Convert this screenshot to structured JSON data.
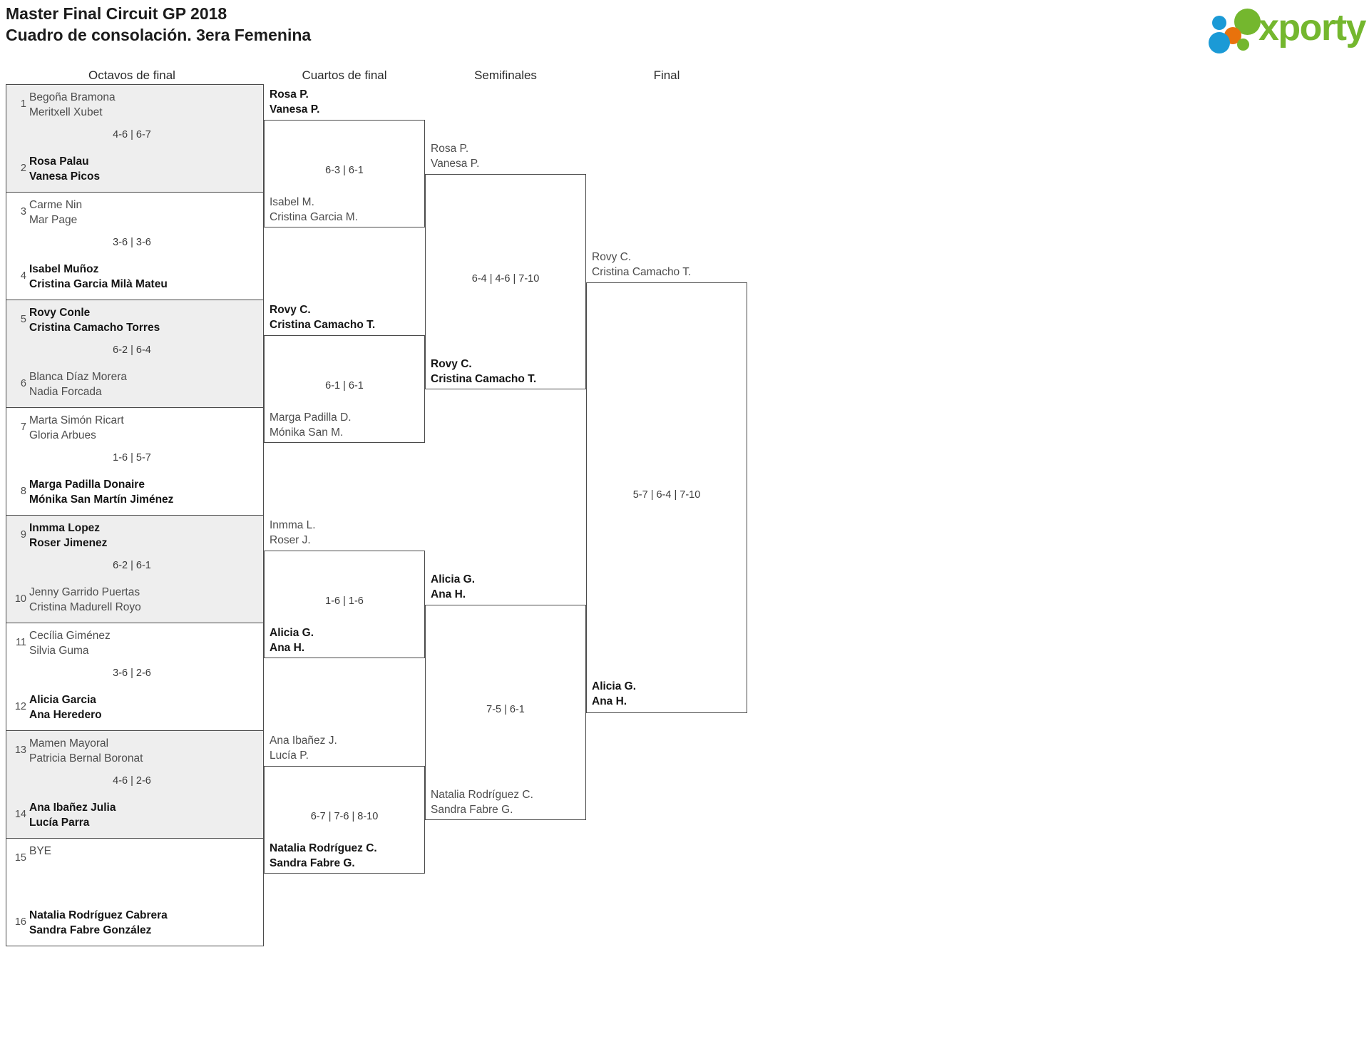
{
  "header": {
    "title_line1": "Master Final Circuit GP 2018",
    "title_line2": "Cuadro de consolación. 3era Femenina",
    "logo_word": "xporty",
    "logo_colors": {
      "green": "#74b72e",
      "blue": "#1b9ad6",
      "orange": "#e8720c"
    }
  },
  "rounds": [
    {
      "label": "Octavos de final"
    },
    {
      "label": "Cuartos de final"
    },
    {
      "label": "Semifinales"
    },
    {
      "label": "Final"
    }
  ],
  "chart_data": {
    "type": "table",
    "title": "Master Final Circuit GP 2018 — Cuadro de consolación. 3era Femenina",
    "rounds": [
      "Octavos de final",
      "Cuartos de final",
      "Semifinales",
      "Final"
    ]
  },
  "round1": {
    "matches": [
      {
        "shaded": true,
        "top": {
          "seed": "1",
          "line1": "Begoña Bramona",
          "line2": "Meritxell Xubet",
          "winner": false
        },
        "bottom": {
          "seed": "2",
          "line1": "Rosa Palau",
          "line2": "Vanesa Picos",
          "winner": true
        },
        "score": "4-6 | 6-7"
      },
      {
        "shaded": false,
        "top": {
          "seed": "3",
          "line1": "Carme Nin",
          "line2": "Mar Page",
          "winner": false
        },
        "bottom": {
          "seed": "4",
          "line1": "Isabel Muñoz",
          "line2": "Cristina Garcia Milà Mateu",
          "winner": true
        },
        "score": "3-6 | 3-6"
      },
      {
        "shaded": true,
        "top": {
          "seed": "5",
          "line1": "Rovy Conle",
          "line2": "Cristina Camacho Torres",
          "winner": true
        },
        "bottom": {
          "seed": "6",
          "line1": "Blanca Díaz Morera",
          "line2": "Nadia Forcada",
          "winner": false
        },
        "score": "6-2 | 6-4"
      },
      {
        "shaded": false,
        "top": {
          "seed": "7",
          "line1": "Marta Simón Ricart",
          "line2": "Gloria Arbues",
          "winner": false
        },
        "bottom": {
          "seed": "8",
          "line1": "Marga Padilla Donaire",
          "line2": "Mónika San Martín Jiménez",
          "winner": true
        },
        "score": "1-6 | 5-7"
      },
      {
        "shaded": true,
        "top": {
          "seed": "9",
          "line1": "Inmma Lopez",
          "line2": "Roser Jimenez",
          "winner": true
        },
        "bottom": {
          "seed": "10",
          "line1": "Jenny Garrido Puertas",
          "line2": "Cristina Madurell Royo",
          "winner": false
        },
        "score": "6-2 | 6-1"
      },
      {
        "shaded": false,
        "top": {
          "seed": "11",
          "line1": "Cecília Giménez",
          "line2": "Silvia Guma",
          "winner": false
        },
        "bottom": {
          "seed": "12",
          "line1": "Alicia Garcia",
          "line2": "Ana Heredero",
          "winner": true
        },
        "score": "3-6 | 2-6"
      },
      {
        "shaded": true,
        "top": {
          "seed": "13",
          "line1": "Mamen Mayoral",
          "line2": "Patricia Bernal Boronat",
          "winner": false
        },
        "bottom": {
          "seed": "14",
          "line1": "Ana Ibañez Julia",
          "line2": "Lucía Parra",
          "winner": true
        },
        "score": "4-6 | 2-6"
      },
      {
        "shaded": false,
        "top": {
          "seed": "15",
          "line1": "BYE",
          "line2": "",
          "winner": false
        },
        "bottom": {
          "seed": "16",
          "line1": "Natalia Rodríguez Cabrera",
          "line2": "Sandra Fabre González",
          "winner": true
        },
        "score": ""
      }
    ]
  },
  "round2": {
    "matches": [
      {
        "top": {
          "line1": "Rosa P.",
          "line2": "Vanesa P.",
          "winner": true
        },
        "bottom": {
          "line1": "Isabel M.",
          "line2": "Cristina Garcia M.",
          "winner": false
        },
        "score": "6-3 | 6-1"
      },
      {
        "top": {
          "line1": "Rovy C.",
          "line2": "Cristina Camacho T.",
          "winner": true
        },
        "bottom": {
          "line1": "Marga Padilla D.",
          "line2": "Mónika San M.",
          "winner": false
        },
        "score": "6-1 | 6-1"
      },
      {
        "top": {
          "line1": "Inmma L.",
          "line2": "Roser J.",
          "winner": false
        },
        "bottom": {
          "line1": "Alicia G.",
          "line2": "Ana H.",
          "winner": true
        },
        "score": "1-6 | 1-6"
      },
      {
        "top": {
          "line1": "Ana Ibañez J.",
          "line2": "Lucía P.",
          "winner": false
        },
        "bottom": {
          "line1": "Natalia Rodríguez C.",
          "line2": "Sandra Fabre G.",
          "winner": true
        },
        "score": "6-7 | 7-6 | 8-10"
      }
    ]
  },
  "round3": {
    "matches": [
      {
        "top": {
          "line1": "Rosa P.",
          "line2": "Vanesa P.",
          "winner": false
        },
        "bottom": {
          "line1": "Rovy C.",
          "line2": "Cristina Camacho T.",
          "winner": true
        },
        "score": "6-4 | 4-6 | 7-10"
      },
      {
        "top": {
          "line1": "Alicia G.",
          "line2": "Ana H.",
          "winner": true
        },
        "bottom": {
          "line1": "Natalia Rodríguez C.",
          "line2": "Sandra Fabre G.",
          "winner": false
        },
        "score": "7-5 | 6-1"
      }
    ]
  },
  "round4": {
    "matches": [
      {
        "top": {
          "line1": "Rovy C.",
          "line2": "Cristina Camacho T.",
          "winner": false
        },
        "bottom": {
          "line1": "Alicia G.",
          "line2": "Ana H.",
          "winner": true
        },
        "score": "5-7 | 6-4 | 7-10"
      }
    ]
  }
}
